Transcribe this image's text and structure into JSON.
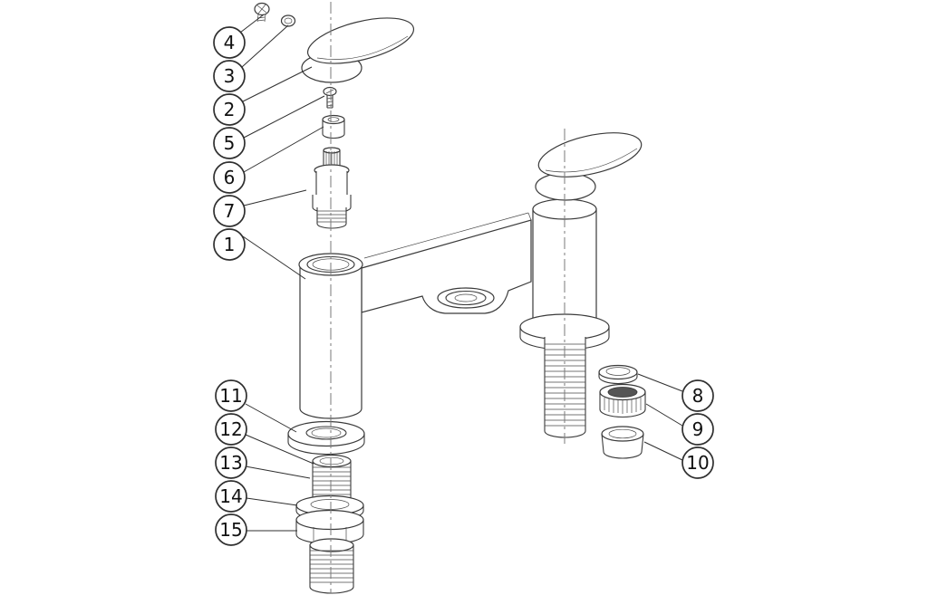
{
  "diagram": {
    "background": "#ffffff",
    "line_color": "#3a3a3a",
    "balloons": {
      "n1": "1",
      "n2": "2",
      "n3": "3",
      "n4": "4",
      "n5": "5",
      "n6": "6",
      "n7": "7",
      "n8": "8",
      "n9": "9",
      "n10": "10",
      "n11": "11",
      "n12": "12",
      "n13": "13",
      "n14": "14",
      "n15": "15"
    }
  }
}
